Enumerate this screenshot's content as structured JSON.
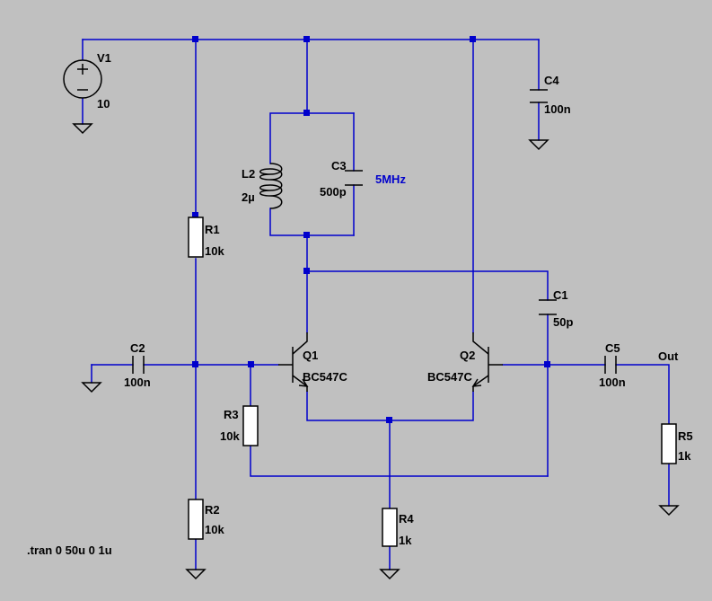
{
  "colors": {
    "background": "#c0c0c0",
    "wire": "#0000cc",
    "component": "#000000",
    "annotation": "#0000cc"
  },
  "components": {
    "V1": {
      "ref": "V1",
      "value": "10"
    },
    "R1": {
      "ref": "R1",
      "value": "10k"
    },
    "R2": {
      "ref": "R2",
      "value": "10k"
    },
    "R3": {
      "ref": "R3",
      "value": "10k"
    },
    "R4": {
      "ref": "R4",
      "value": "1k"
    },
    "R5": {
      "ref": "R5",
      "value": "1k"
    },
    "L2": {
      "ref": "L2",
      "value": "2µ"
    },
    "C1": {
      "ref": "C1",
      "value": "50p"
    },
    "C2": {
      "ref": "C2",
      "value": "100n"
    },
    "C3": {
      "ref": "C3",
      "value": "500p"
    },
    "C4": {
      "ref": "C4",
      "value": "100n"
    },
    "C5": {
      "ref": "C5",
      "value": "100n"
    },
    "Q1": {
      "ref": "Q1",
      "model": "BC547C"
    },
    "Q2": {
      "ref": "Q2",
      "model": "BC547C"
    }
  },
  "labels": {
    "output_net": "Out",
    "frequency_note": "5MHz"
  },
  "directive": ".tran 0 50u 0 1u"
}
